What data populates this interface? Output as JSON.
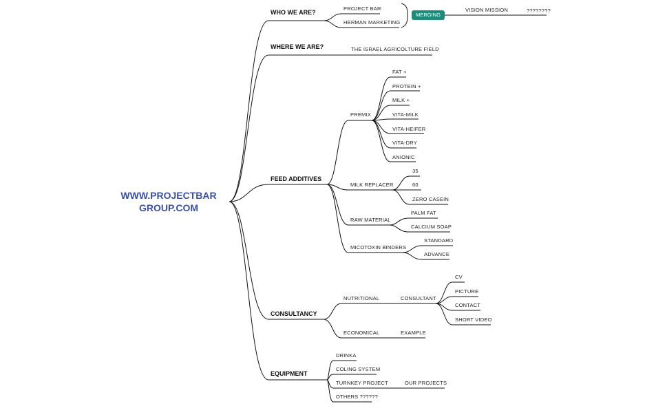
{
  "root": {
    "line1": "WWW.PROJECTBAR",
    "line2": "GROUP.COM"
  },
  "colors": {
    "root_text": "#3b4fa8",
    "badge": "#1f8a7a",
    "lines": "#111111"
  },
  "who": {
    "label": "WHO WE ARE?",
    "items": [
      "PROJECT BAR",
      "HERMAN MARKETING"
    ],
    "merging": "MERGING",
    "vision": "VISION MISSION",
    "unknown": "????????"
  },
  "where": {
    "label": "WHERE WE ARE?",
    "item": "THE ISRAEL AGRICOLTURE FIELD"
  },
  "feed": {
    "label": "FEED ADDITIVES",
    "premix": {
      "label": "PREMIX",
      "items": [
        "FAT +",
        "PROTEIN +",
        "MILK +",
        "VITA-MILK",
        "VITA-HEIFER",
        "VITA-DRY",
        "ANIONIC"
      ]
    },
    "milk_replacer": {
      "label": "MILK REPLACER",
      "items": [
        "35",
        "60",
        "ZERO CASEIN"
      ]
    },
    "raw_material": {
      "label": "RAW MATERIAL",
      "items": [
        "PALM FAT",
        "CALCIUM SOAP"
      ]
    },
    "micotoxin": {
      "label": "MICOTOXIN BINDERS",
      "items": [
        "STANDARD",
        "ADVANCE"
      ]
    }
  },
  "consultancy": {
    "label": "CONSULTANCY",
    "nutritional": "NUTRITIONAL",
    "consultant": "CONSULTANT",
    "consultant_items": [
      "CV",
      "PICTURE",
      "CONTACT",
      "SHORT VIDEO"
    ],
    "economical": "ECONOMICAL",
    "example": "EXAMPLE"
  },
  "equipment": {
    "label": "EQUIPMENT",
    "items": [
      "DRINKA",
      "COLING SYSTEM",
      "TURNKEY PROJECT",
      "OTHERS ??????"
    ],
    "our_projects": "OUR PROJECTS"
  }
}
